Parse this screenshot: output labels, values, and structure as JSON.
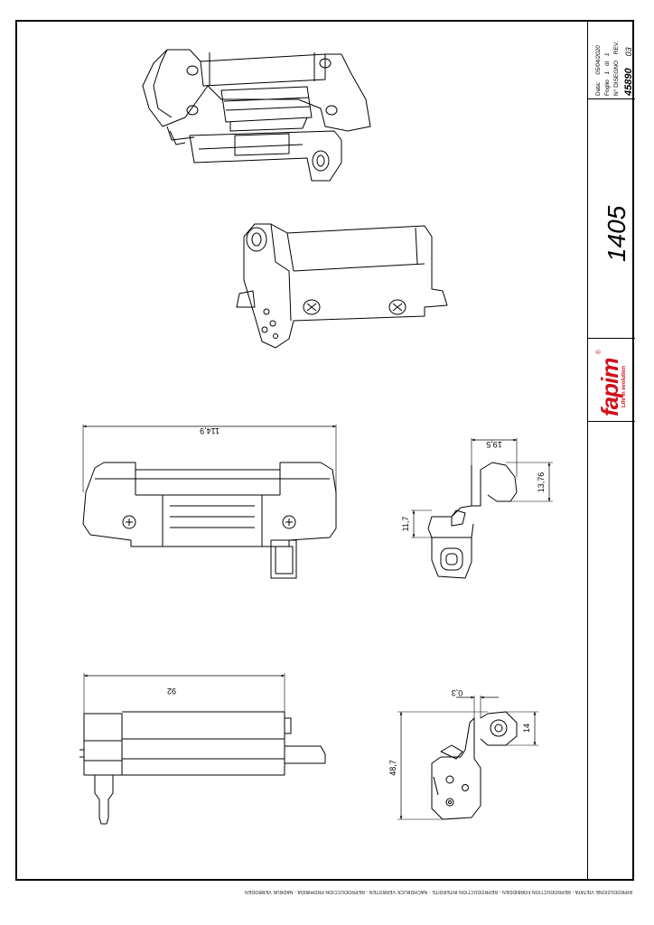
{
  "title_block": {
    "date_label": "Data:",
    "date_value": "05/04/2020",
    "sheet_label": "Foglio",
    "sheet_number": "1",
    "sheet_of": "di",
    "sheet_total": "1",
    "drawing_label": "N° DISEGNO",
    "rev_label": "REV.",
    "drawing_number": "45890",
    "rev_number": "03",
    "product_code": "1405",
    "brand": {
      "name": "fapim",
      "registered": "®",
      "tagline": "Life in evolution",
      "color": "#d0101a"
    }
  },
  "dimensions": {
    "front_length": "114,9",
    "side_width": "19,5",
    "side_height": "13,76",
    "side_offset": "11,7",
    "bottom_length": "92",
    "gap": "0,3",
    "right_top": "14",
    "right_height": "48,7"
  },
  "footer": {
    "notice": "RIPRODUZIONE VIETATA - REPRODUCTION FORBIDDEN - REPRODUCTION INTERDITE - NACHDRUCK VERBOTEN - REPRODUCCION PROHIBIDA - NADRUK VERBODEN"
  }
}
